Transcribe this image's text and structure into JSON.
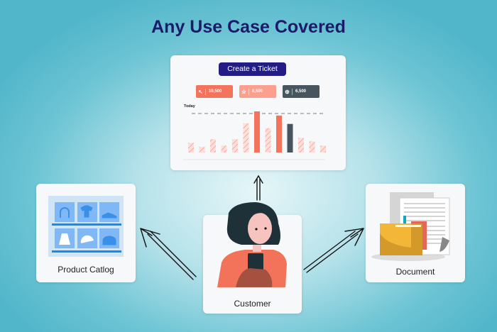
{
  "title": "Any Use Case Covered",
  "ticket_card": {
    "button": "Create a Ticket",
    "stats": [
      {
        "icon": "cursor-click-icon",
        "value": "10,500",
        "color": "#f4735d"
      },
      {
        "icon": "star-icon",
        "value": "8,500",
        "color": "#fb9f8f"
      },
      {
        "icon": "download-icon",
        "value": "6,500",
        "color": "#46555e"
      }
    ]
  },
  "chart_data": {
    "type": "bar",
    "title": "Today",
    "values": [
      14,
      8,
      19,
      10,
      19,
      42,
      59,
      35,
      53,
      41,
      21,
      16,
      10
    ],
    "highlight": [
      false,
      false,
      false,
      false,
      false,
      false,
      "solid",
      false,
      "solid",
      "dark",
      false,
      false,
      false
    ],
    "ylim": [
      0,
      60
    ]
  },
  "cards": {
    "catalog": "Product Catlog",
    "customer": "Customer",
    "document": "Document"
  }
}
